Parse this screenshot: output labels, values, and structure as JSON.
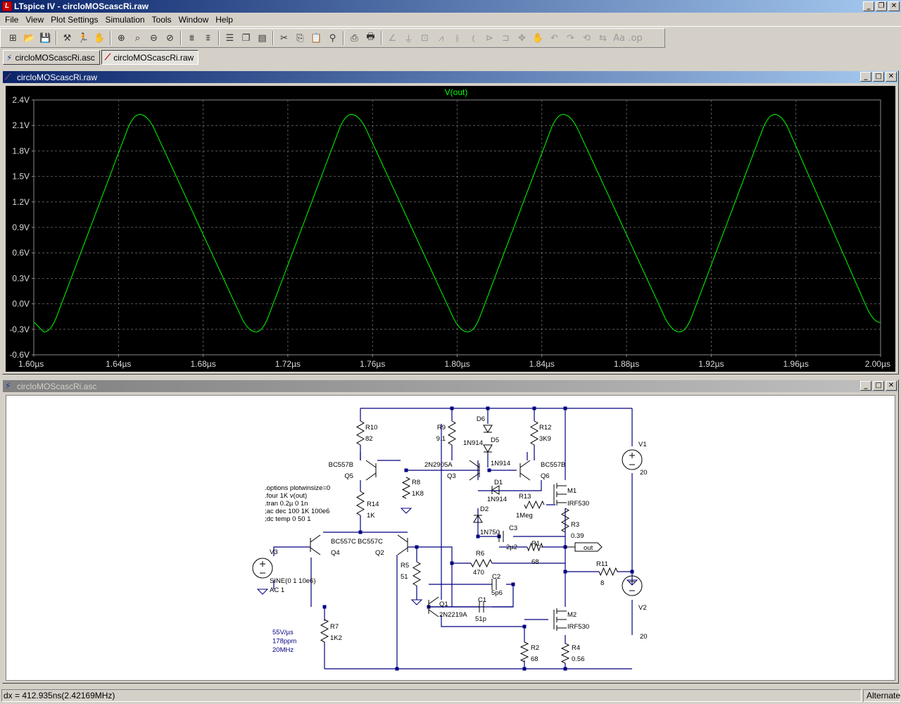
{
  "app": {
    "title": "LTspice IV - circloMOScascRi.raw",
    "app_icon": "L"
  },
  "menu": [
    "File",
    "View",
    "Plot Settings",
    "Simulation",
    "Tools",
    "Window",
    "Help"
  ],
  "toolbar_icons": [
    "new-schematic-icon",
    "open-icon",
    "save-icon",
    "control-panel-icon",
    "run-icon",
    "halt-icon",
    "zoom-in-icon",
    "zoom-full-icon",
    "zoom-out-icon",
    "cancel-zoom-icon",
    "autorange-icon",
    "set-view-icon",
    "tile-horizontal-icon",
    "cascade-icon",
    "tile-vertical-icon",
    "cut-icon",
    "copy-icon",
    "paste-icon",
    "find-icon",
    "print-setup-icon",
    "print-icon",
    "wire-icon",
    "ground-icon",
    "label-icon",
    "resistor-icon",
    "capacitor-icon",
    "inductor-icon",
    "diode-icon",
    "component-icon",
    "move-icon",
    "drag-icon",
    "undo-icon",
    "redo-icon",
    "rotate-icon",
    "mirror-icon",
    "text-icon",
    "spice-directive-icon"
  ],
  "tabs": [
    {
      "label": "circloMOScascRi.asc",
      "active": false
    },
    {
      "label": "circloMOScascRi.raw",
      "active": true
    }
  ],
  "plot_window": {
    "title": "circloMOScascRi.raw",
    "trace_color": "#00ff00"
  },
  "chart_data": {
    "type": "line",
    "title": "V(out)",
    "xlabel": "",
    "ylabel": "",
    "xlim": [
      1.6,
      2.0
    ],
    "ylim": [
      -0.6,
      2.4
    ],
    "x_unit": "µs",
    "y_unit": "V",
    "x_ticks": [
      "1.60µs",
      "1.64µs",
      "1.68µs",
      "1.72µs",
      "1.76µs",
      "1.80µs",
      "1.84µs",
      "1.88µs",
      "1.92µs",
      "1.96µs",
      "2.00µs"
    ],
    "y_ticks": [
      "2.4V",
      "2.1V",
      "1.8V",
      "1.5V",
      "1.2V",
      "0.9V",
      "0.6V",
      "0.3V",
      "0.0V",
      "-0.3V",
      "-0.6V"
    ],
    "grid": true,
    "series": [
      {
        "name": "V(out)",
        "x": [
          1.6,
          1.605,
          1.65,
          1.705,
          1.75,
          1.805,
          1.85,
          1.905,
          1.95,
          2.0
        ],
        "y": [
          -0.22,
          -0.33,
          2.23,
          -0.33,
          2.23,
          -0.33,
          2.23,
          -0.33,
          2.23,
          -0.22
        ]
      }
    ]
  },
  "schematic_window": {
    "title": "circloMOScascRi.asc",
    "directives": [
      ".options plotwinsize=0",
      ".four 1K v(out)",
      ".tran 0.2µ 0 1n",
      ";ac dec 100 1K 100e6",
      ";dc temp 0 50 1"
    ],
    "notes": [
      "55V/µs",
      "178ppm",
      "20MHz"
    ],
    "parts": {
      "R10": [
        "R10",
        "82"
      ],
      "R9": [
        "R9",
        "9.1"
      ],
      "D6": [
        "D6"
      ],
      "D5": [
        "1N914",
        "D5"
      ],
      "R12": [
        "R12",
        "3K9"
      ],
      "Q5": [
        "BC557B",
        "Q5"
      ],
      "Q3": [
        "2N2905A",
        "Q3"
      ],
      "D5lbl": [
        "1N914"
      ],
      "Q6": [
        "BC557B",
        "Q6"
      ],
      "V1": [
        "V1",
        "20"
      ],
      "R8": [
        "R8",
        "1K8"
      ],
      "M1": [
        "M1",
        "IRF530"
      ],
      "D1": [
        "D1",
        "1N914"
      ],
      "R13": [
        "R13",
        "1Meg"
      ],
      "R14": [
        "R14",
        "1K"
      ],
      "D2": [
        "D2",
        "1N750"
      ],
      "R3": [
        "R3",
        "0.39"
      ],
      "C3": [
        "C3",
        "2µ2"
      ],
      "R1": [
        "R1",
        "68"
      ],
      "out": [
        "out"
      ],
      "V3": [
        "V3",
        "SINE(0 1 10e6)",
        "AC 1"
      ],
      "Q4": [
        "BC557C",
        "Q4"
      ],
      "Q2": [
        "BC557C",
        "Q2"
      ],
      "R6": [
        "R6",
        "470"
      ],
      "R11": [
        "R11",
        "8"
      ],
      "R5": [
        "R5",
        "51"
      ],
      "C2": [
        "C2",
        "5p6"
      ],
      "Q1": [
        "Q1",
        "2N2219A"
      ],
      "C1": [
        "C1",
        "51p"
      ],
      "M2": [
        "M2",
        "IRF530"
      ],
      "V2": [
        "V2",
        "20"
      ],
      "R7": [
        "R7",
        "1K2"
      ],
      "R2": [
        "R2",
        "68"
      ],
      "R4": [
        "R4",
        "0.56"
      ]
    }
  },
  "status": {
    "left": "dx = 412.935ns(2.42169MHz)",
    "right": "Alternate"
  }
}
